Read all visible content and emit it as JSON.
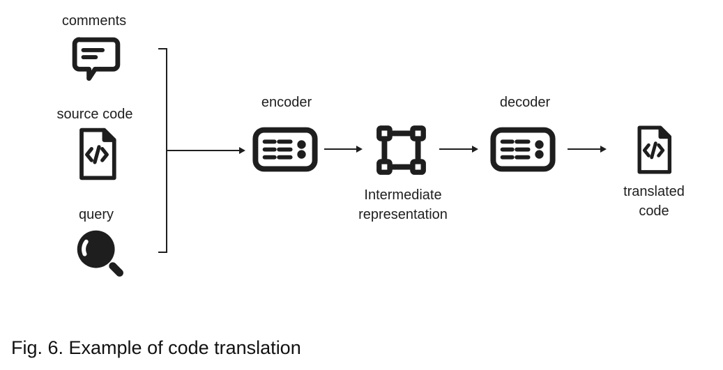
{
  "colors": {
    "ink": "#1e1e1e",
    "background": "#ffffff"
  },
  "inputs": [
    {
      "label": "comments",
      "icon": "comment-bubble-icon"
    },
    {
      "label": "source code",
      "icon": "code-file-icon"
    },
    {
      "label": "query",
      "icon": "magnifier-icon"
    }
  ],
  "pipeline": {
    "encoder": {
      "label": "encoder",
      "icon": "encoder-module-icon"
    },
    "intermediate": {
      "line1": "Intermediate",
      "line2": "representation",
      "icon": "intermediate-representation-icon"
    },
    "decoder": {
      "label": "decoder",
      "icon": "decoder-module-icon"
    },
    "output": {
      "line1": "translated",
      "line2": "code",
      "icon": "translated-code-file-icon"
    }
  },
  "caption": "Fig. 6. Example of code translation"
}
